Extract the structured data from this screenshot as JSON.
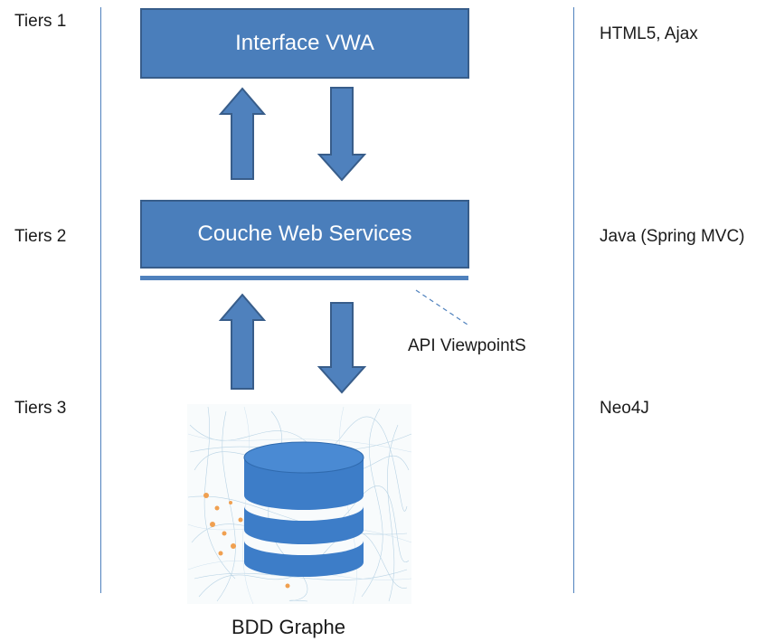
{
  "tiers": [
    {
      "label": "Tiers 1",
      "tech": "HTML5, Ajax"
    },
    {
      "label": "Tiers 2",
      "tech": "Java (Spring MVC)"
    },
    {
      "label": "Tiers 3",
      "tech": "Neo4J"
    }
  ],
  "boxes": {
    "interface": "Interface VWA",
    "webservices": "Couche Web Services"
  },
  "api_label": "API ViewpointS",
  "db_caption": "BDD Graphe",
  "colors": {
    "box_fill": "#4a7ebb",
    "box_border": "#385d8a",
    "arrow_fill": "#4f81bd",
    "line": "#4f81bd",
    "db_fill": "#3d7dc8"
  }
}
